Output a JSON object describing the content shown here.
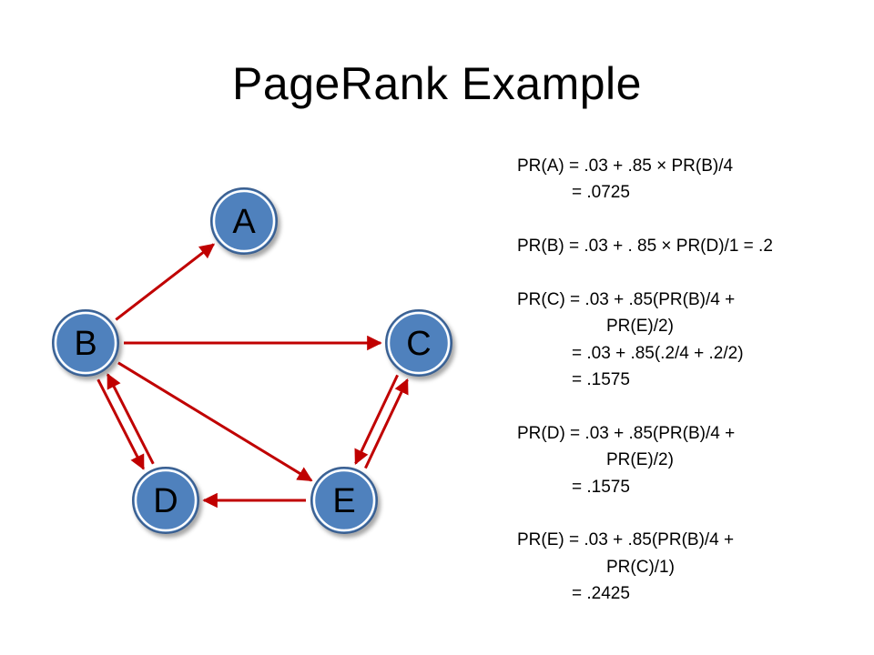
{
  "title": "PageRank Example",
  "colors": {
    "node_fill": "#4f81bd",
    "node_stroke": "#ffffff",
    "node_outer": "#3a5f8f",
    "edge": "#c00000"
  },
  "nodes": [
    {
      "id": "A",
      "label": "A"
    },
    {
      "id": "B",
      "label": "B"
    },
    {
      "id": "C",
      "label": "C"
    },
    {
      "id": "D",
      "label": "D"
    },
    {
      "id": "E",
      "label": "E"
    }
  ],
  "edges": [
    {
      "from": "B",
      "to": "A"
    },
    {
      "from": "B",
      "to": "C"
    },
    {
      "from": "B",
      "to": "D"
    },
    {
      "from": "B",
      "to": "E"
    },
    {
      "from": "D",
      "to": "B"
    },
    {
      "from": "E",
      "to": "D"
    },
    {
      "from": "C",
      "to": "E"
    },
    {
      "from": "E",
      "to": "C"
    }
  ],
  "equations": [
    {
      "indent": 0,
      "text": "PR(A) = .03 + .85 × PR(B)/4"
    },
    {
      "indent": 1,
      "text": "= .0725"
    },
    {
      "gap": true
    },
    {
      "indent": 0,
      "text": "PR(B) = .03 + . 85 × PR(D)/1 = .2"
    },
    {
      "gap": true
    },
    {
      "indent": 0,
      "text": "PR(C) = .03 + .85(PR(B)/4 +"
    },
    {
      "indent": 2,
      "text": "PR(E)/2)"
    },
    {
      "indent": 1,
      "text": "= .03 + .85(.2/4 + .2/2)"
    },
    {
      "indent": 1,
      "text": "= .1575"
    },
    {
      "gap": true
    },
    {
      "indent": 0,
      "text": "PR(D) = .03 + .85(PR(B)/4 +"
    },
    {
      "indent": 2,
      "text": "PR(E)/2)"
    },
    {
      "indent": 1,
      "text": "= .1575"
    },
    {
      "gap": true
    },
    {
      "indent": 0,
      "text": "PR(E) = .03 + .85(PR(B)/4 +"
    },
    {
      "indent": 2,
      "text": "PR(C)/1)"
    },
    {
      "indent": 1,
      "text": "= .2425"
    }
  ]
}
